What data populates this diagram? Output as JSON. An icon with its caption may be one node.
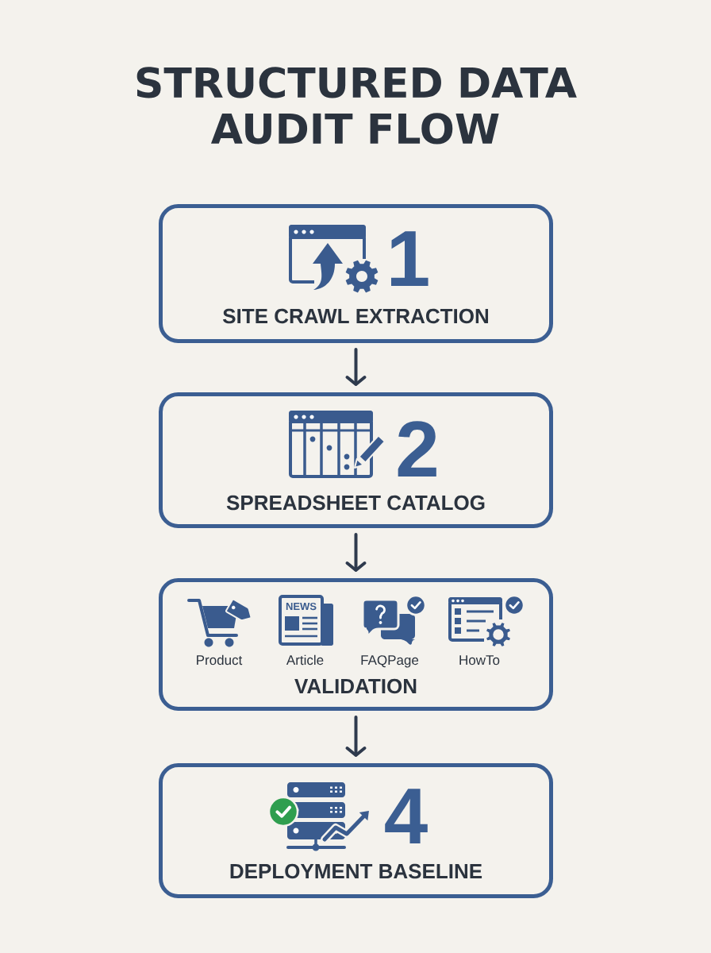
{
  "diagram": {
    "title": "STRUCTURED DATA AUDIT FLOW",
    "nodes": [
      {
        "text": [
          "1",
          "SITE CRAWL EXTRACTION"
        ]
      },
      {
        "text": [
          "2",
          "SPREADSHEET CATALOG"
        ]
      },
      {
        "text": [
          "Product",
          "Article",
          "FAQPage",
          "HowTo",
          "VALIDATION"
        ]
      },
      {
        "text": [
          "4",
          "DEPLOYMENT BASELINE"
        ]
      }
    ],
    "edges": [
      {
        "from": 0,
        "to": 1,
        "arrow": "to"
      },
      {
        "from": 1,
        "to": 2,
        "arrow": "to"
      },
      {
        "from": 2,
        "to": 3,
        "arrow": "to"
      }
    ],
    "labels": [
      "NEWS"
    ]
  }
}
